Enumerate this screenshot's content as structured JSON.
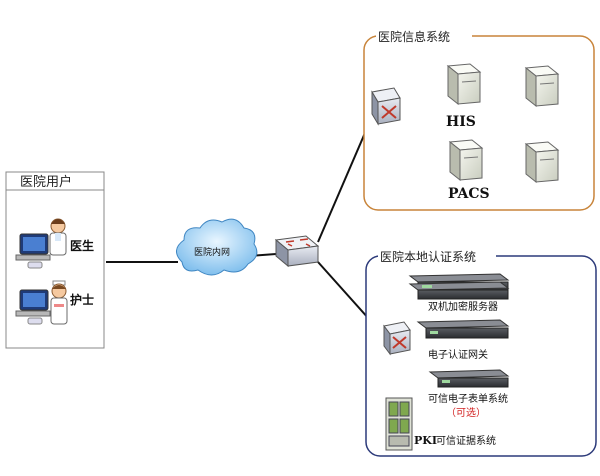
{
  "users": {
    "title": "医院用户",
    "doctor_label": "医生",
    "nurse_label": "护士"
  },
  "network": {
    "intranet_label": "医院内网"
  },
  "info_system": {
    "title": "医院信息系统",
    "his_label": "HIS",
    "pacs_label": "PACS"
  },
  "auth_system": {
    "title": "医院本地认证系统",
    "dual_encrypt_label": "双机加密服务器",
    "gateway_label": "电子认证网关",
    "trusted_form_label": "可信电子表单系统",
    "optional_label": "（可选）",
    "pki_prefix": "PKI",
    "pki_label": "可信证据系统"
  },
  "colors": {
    "info_border": "#c8843a",
    "auth_border": "#2c3a7a",
    "optional_red": "#d22020",
    "line": "#111111"
  }
}
